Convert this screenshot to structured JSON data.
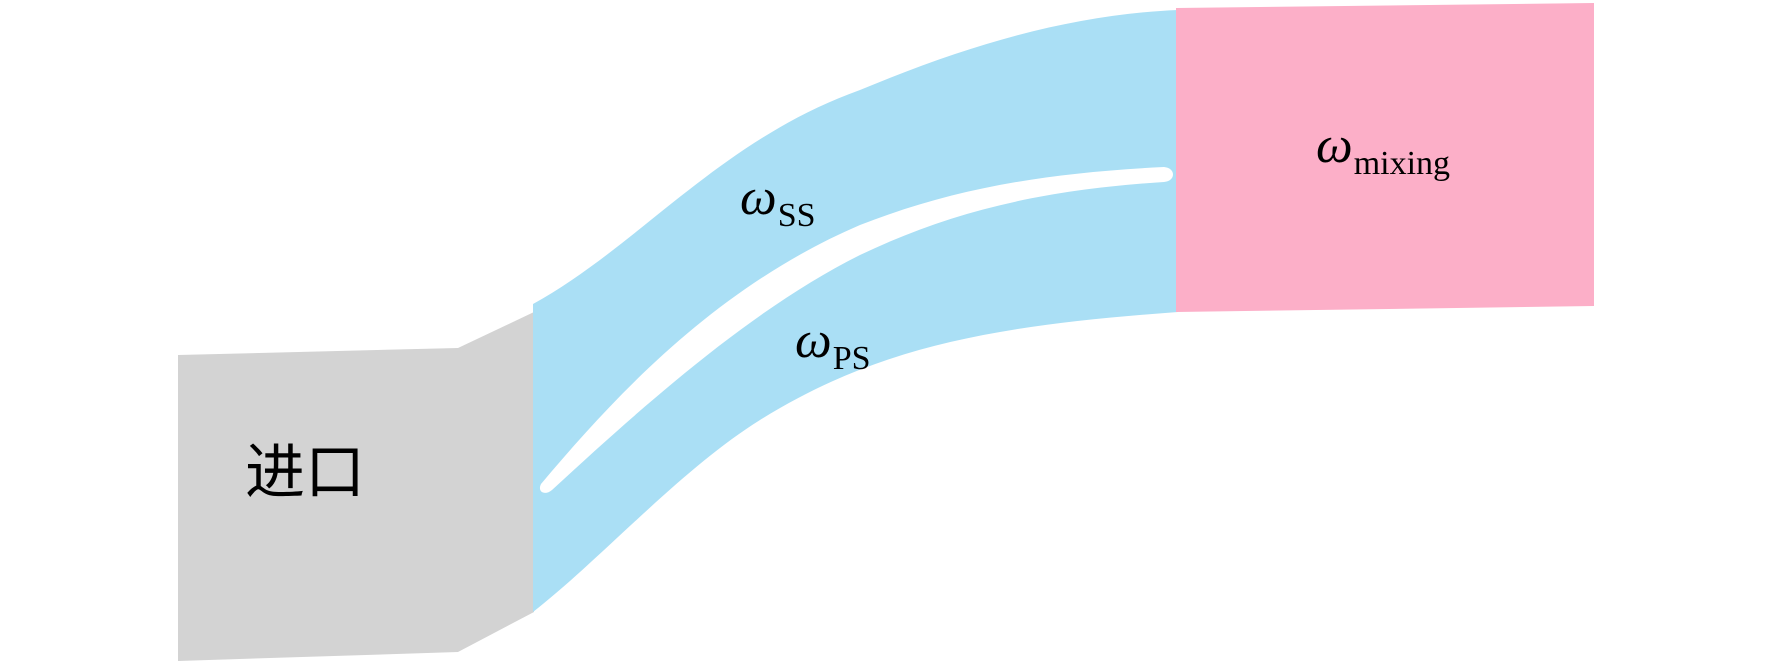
{
  "diagram": {
    "colors": {
      "inlet": "#d3d3d3",
      "passage": "#aadff5",
      "mixing": "#fcafc8",
      "blade": "#ffffff",
      "text": "#000000"
    },
    "regions": {
      "inlet": {
        "label": "进口"
      },
      "suction_side": {
        "symbol": "ω",
        "subscript": "SS"
      },
      "pressure_side": {
        "symbol": "ω",
        "subscript": "PS"
      },
      "mixing": {
        "symbol": "ω",
        "subscript": "mixing"
      }
    }
  }
}
